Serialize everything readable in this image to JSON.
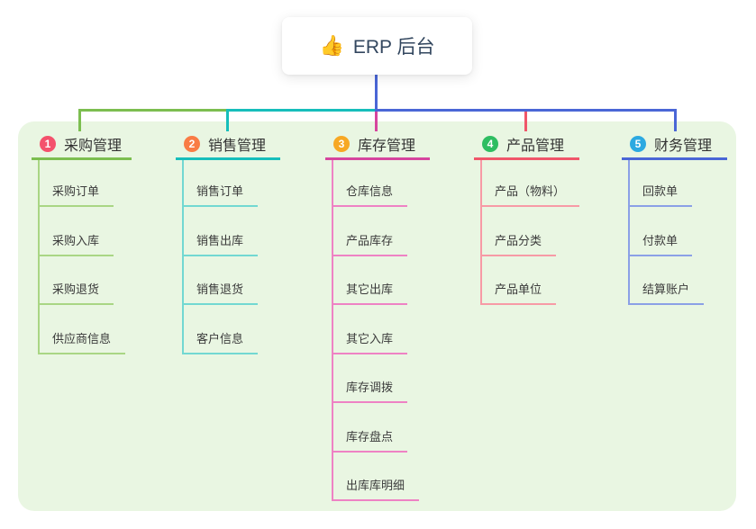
{
  "root": {
    "icon_name": "thumbs-up-icon",
    "icon": "👍",
    "label": "ERP 后台"
  },
  "colors": {
    "canvas_bg": "#ffffff",
    "panel_bg": "#E9F6E2",
    "root_text": "#33475F",
    "branch_text": "#333333",
    "child_text": "#3B3B3B"
  },
  "branches": [
    {
      "number": "1",
      "label": "采购管理",
      "badge_color": "#F4516C",
      "line_color": "#7CBE50",
      "child_line_color": "#A9D684",
      "children": [
        "采购订单",
        "采购入库",
        "采购退货",
        "供应商信息"
      ]
    },
    {
      "number": "2",
      "label": "销售管理",
      "badge_color": "#F97C45",
      "line_color": "#17BEBB",
      "child_line_color": "#72D8D2",
      "children": [
        "销售订单",
        "销售出库",
        "销售退货",
        "客户信息"
      ]
    },
    {
      "number": "3",
      "label": "库存管理",
      "badge_color": "#F7A824",
      "line_color": "#D6459E",
      "child_line_color": "#EE82C4",
      "children": [
        "仓库信息",
        "产品库存",
        "其它出库",
        "其它入库",
        "库存调拨",
        "库存盘点",
        "出库库明细"
      ]
    },
    {
      "number": "4",
      "label": "产品管理",
      "badge_color": "#2EBD61",
      "line_color": "#F0566A",
      "child_line_color": "#F79AA6",
      "children": [
        "产品（物料）",
        "产品分类",
        "产品单位"
      ]
    },
    {
      "number": "5",
      "label": "财务管理",
      "badge_color": "#2CA9E1",
      "line_color": "#4A66D6",
      "child_line_color": "#8BA0E6",
      "children": [
        "回款单",
        "付款单",
        "结算账户"
      ]
    }
  ]
}
